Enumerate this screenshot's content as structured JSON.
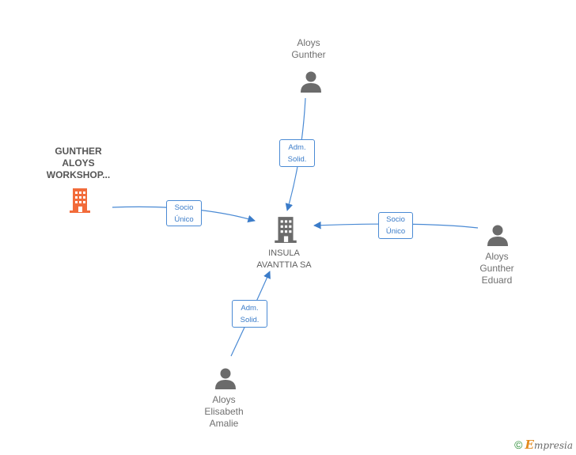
{
  "nodes": {
    "top": {
      "label": "Aloys\nGunther",
      "icon": "person-icon"
    },
    "company_left": {
      "label": "GUNTHER\nALOYS\nWORKSHOP...",
      "icon": "building-icon",
      "color": "#f26b3a"
    },
    "center": {
      "label": "INSULA\nAVANTTIA SA",
      "icon": "building-icon",
      "color": "#6b6b6b"
    },
    "right": {
      "label": "Aloys\nGunther\nEduard",
      "icon": "person-icon"
    },
    "bottom": {
      "label": "Aloys\nElisabeth\nAmalie",
      "icon": "person-icon"
    }
  },
  "edges": {
    "top": "Adm.\nSolid.",
    "left": "Socio\nÚnico",
    "right": "Socio\nÚnico",
    "bottom": "Adm.\nSolid."
  },
  "colors": {
    "edge": "#4a8ad4",
    "person": "#6b6b6b"
  },
  "footer": {
    "copyright": "©",
    "brand_initial": "E",
    "brand_rest": "mpresia"
  }
}
